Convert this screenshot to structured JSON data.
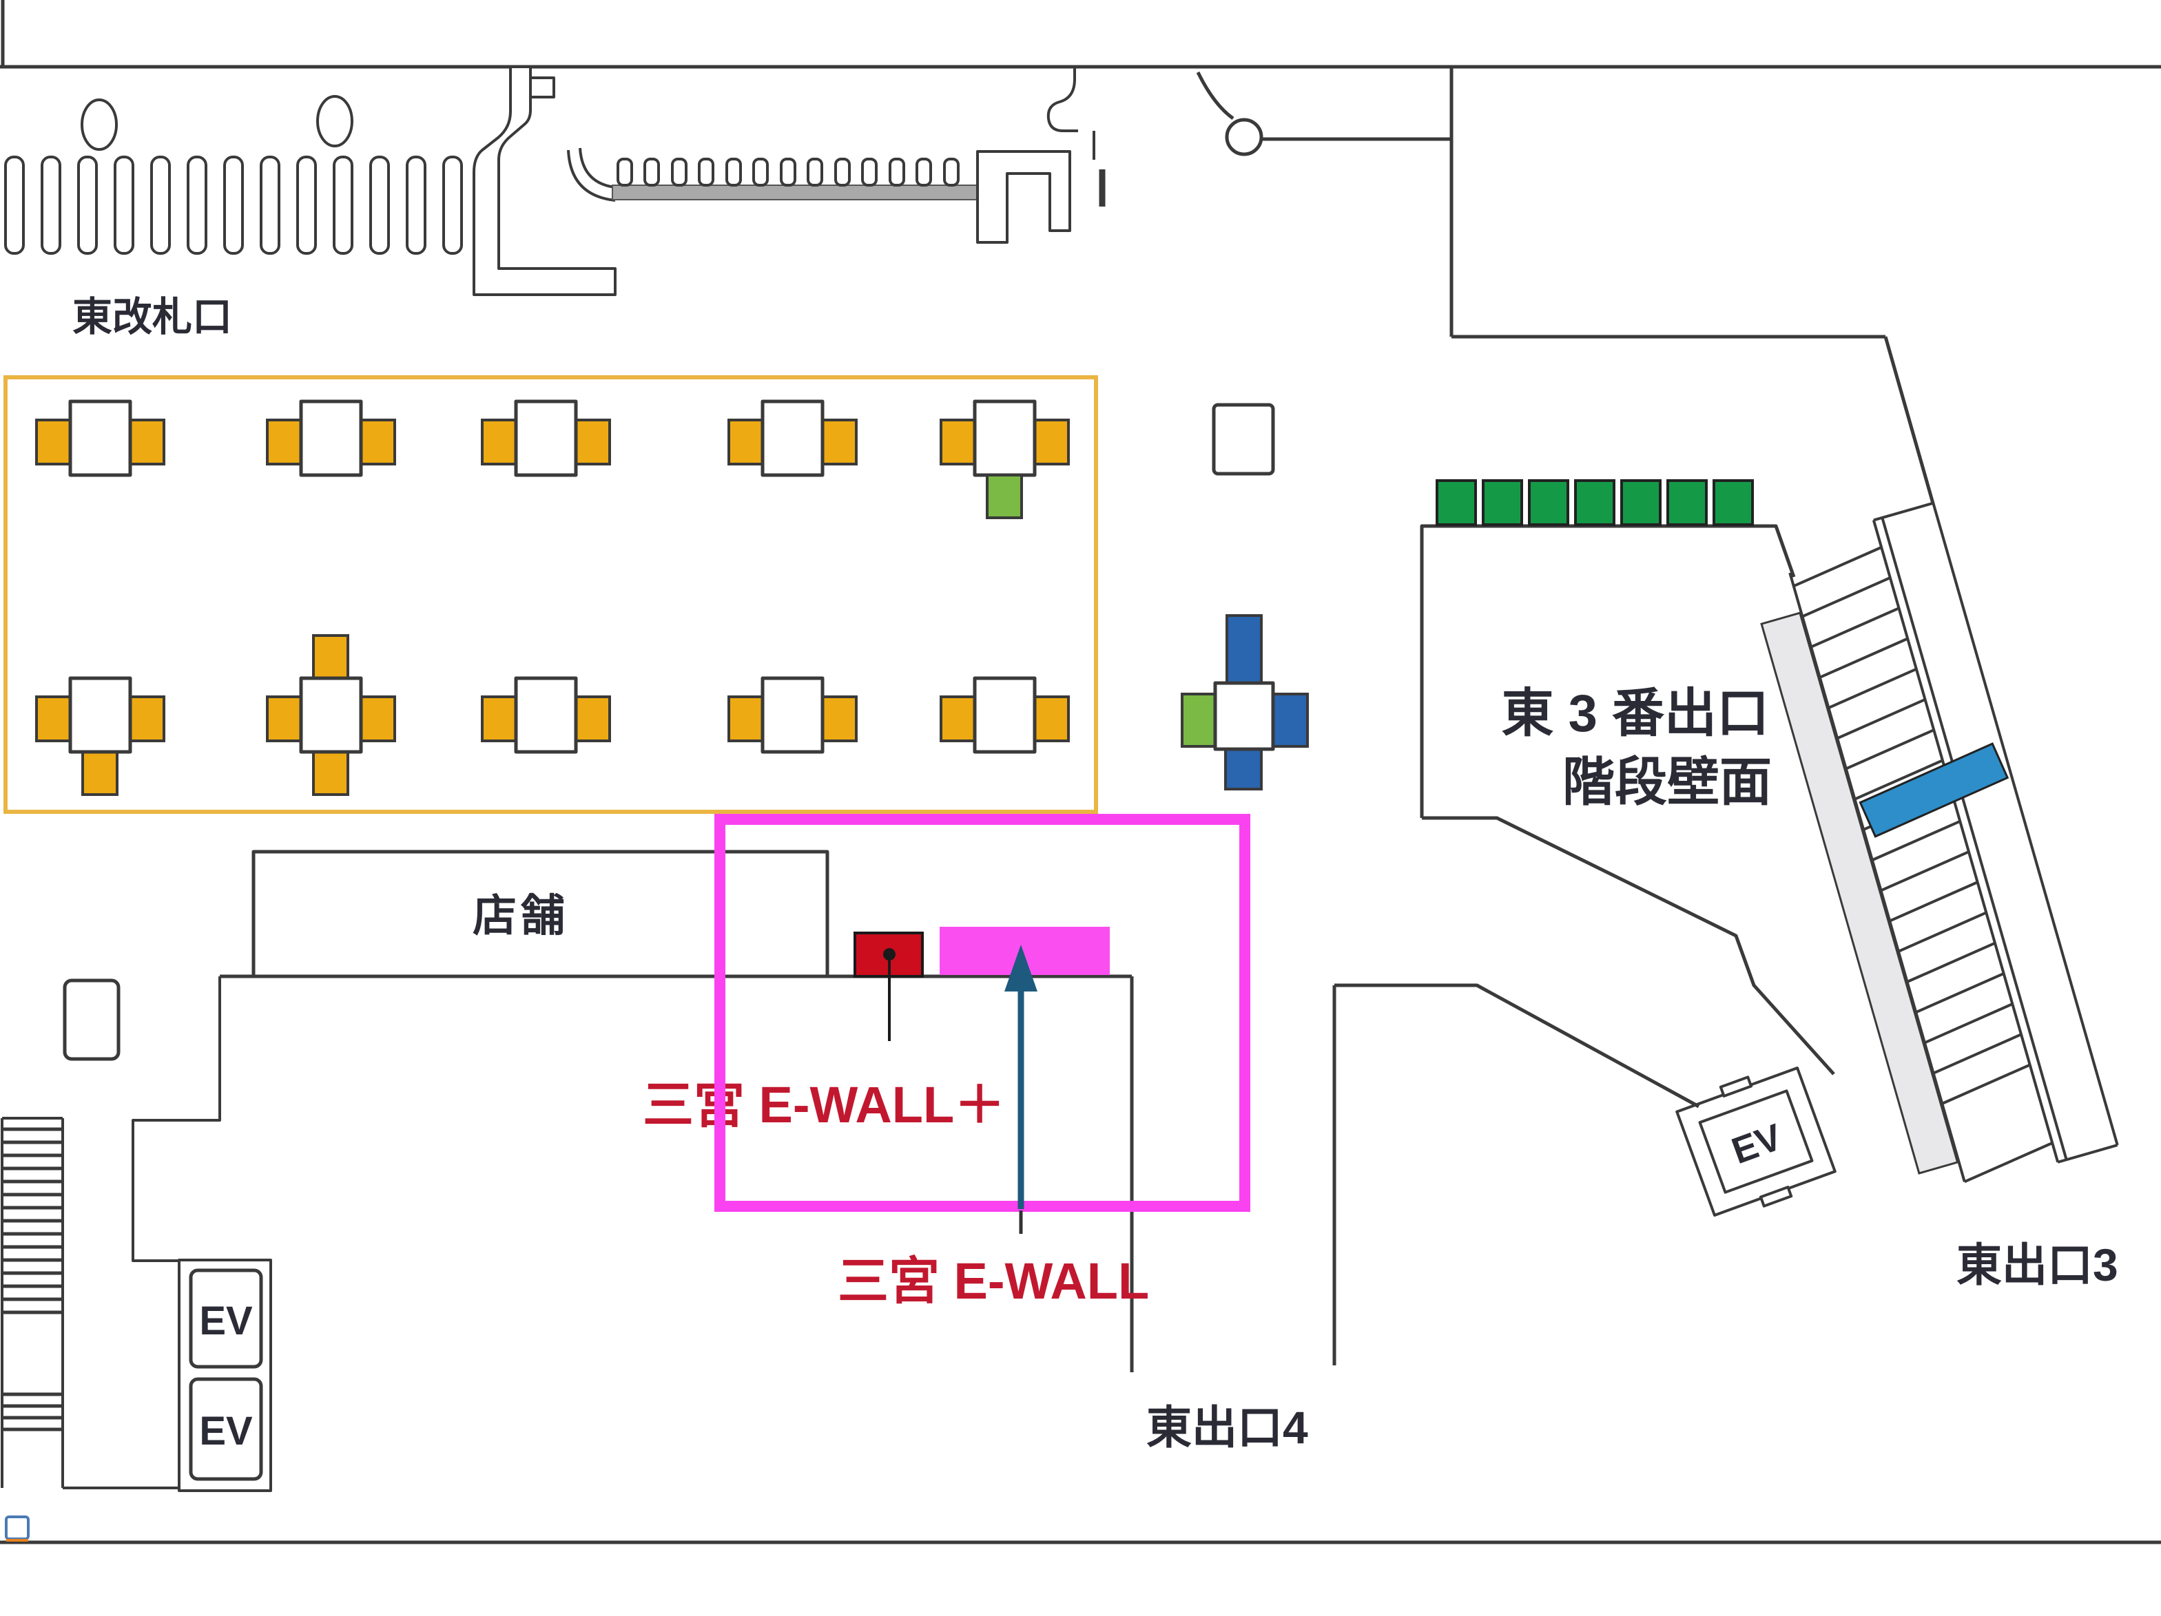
{
  "map": {
    "labels": {
      "east_gate": "東改札口",
      "shop": "店舗",
      "exit3_line1": "東 3 番出口",
      "exit3_line2": "階段壁面",
      "sannomiya_ewall_plus": "三宮 E-WALL＋",
      "sannomiya_ewall": "三宮 E-WALL",
      "east_exit4": "東出口4",
      "east_exit3": "東出口3",
      "ev": "EV"
    },
    "colors": {
      "wall": "#3a3a3a",
      "label_dark": "#2b2b36",
      "red_text": "#c2182f",
      "magenta_frame": "#fb42f0",
      "pink_panel": "#fb4ef0",
      "red_panel": "#cb0d1e",
      "teal_arrow": "#1d5a7d",
      "orange_zone": "#eab543",
      "machine_orange": "#edaa12",
      "light_green": "#7aba45",
      "deep_green": "#149a47",
      "cross_blue": "#2a65b0",
      "stair_blue": "#2e8ec9",
      "gray_strip": "#e8e8ea",
      "gray_band": "#a9a9a9",
      "legend_blue": "#4a7ab5",
      "legend_orange": "#e8821e"
    }
  }
}
